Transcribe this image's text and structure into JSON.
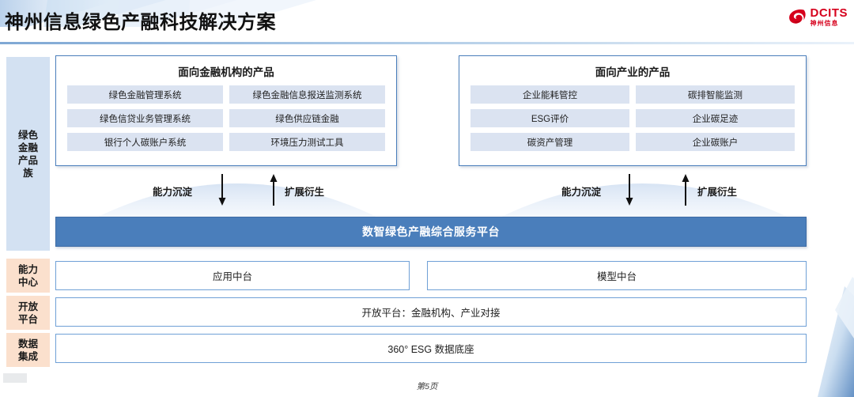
{
  "header": {
    "title": "神州信息绿色产融科技解决方案",
    "logo": {
      "mark": "dcits-swirl-icon",
      "en": "DCITS",
      "cn": "神州信息",
      "color": "#d6001c"
    },
    "rule_color": "#7fa8d4"
  },
  "sidebar": {
    "items": [
      {
        "id": "green-finance-family",
        "label": "绿色\n金融\n产品\n族",
        "color": "#d3e1f2"
      },
      {
        "id": "ability-center",
        "label": "能力\n中心",
        "color": "#fbe0cd"
      },
      {
        "id": "open-platform",
        "label": "开放\n平台",
        "color": "#fbe0cd"
      },
      {
        "id": "data-integration",
        "label": "数据\n集成",
        "color": "#fbe0cd"
      }
    ]
  },
  "panels": [
    {
      "id": "financial-institution-products",
      "title": "面向金融机构的产品",
      "items": [
        "绿色金融管理系统",
        "绿色金融信息报送监测系统",
        "绿色信贷业务管理系统",
        "绿色供应链金融",
        "银行个人碳账户系统",
        "环境压力测试工具"
      ]
    },
    {
      "id": "industry-products",
      "title": "面向产业的产品",
      "items": [
        "企业能耗管控",
        "碳排智能监测",
        "ESG评价",
        "企业碳足迹",
        "碳资产管理",
        "企业碳账户"
      ]
    }
  ],
  "flows": [
    {
      "id": "flow-left-down",
      "label": "能力沉淀",
      "direction": "down"
    },
    {
      "id": "flow-left-up",
      "label": "扩展衍生",
      "direction": "up"
    },
    {
      "id": "flow-right-down",
      "label": "能力沉淀",
      "direction": "down"
    },
    {
      "id": "flow-right-up",
      "label": "扩展衍生",
      "direction": "up"
    }
  ],
  "platform": {
    "label": "数智绿色产融综合服务平台",
    "color": "#4a7ebb"
  },
  "layers": {
    "ability": [
      {
        "id": "application-middle-platform",
        "label": "应用中台"
      },
      {
        "id": "model-middle-platform",
        "label": "模型中台"
      }
    ],
    "open": {
      "id": "open-platform-row",
      "label": "开放平台：金融机构、产业对接"
    },
    "data": {
      "id": "data-foundation-row",
      "label": "360° ESG 数据底座"
    }
  },
  "footer": {
    "page": "第5页"
  }
}
